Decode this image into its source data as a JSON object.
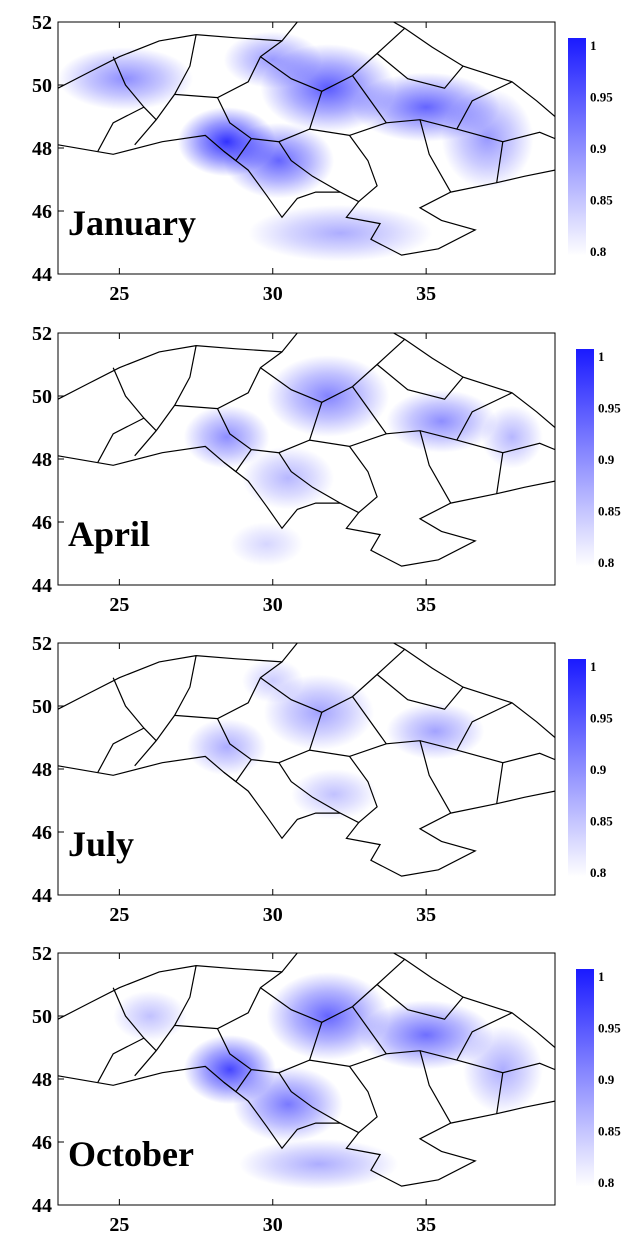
{
  "map": {
    "x_ticks": [
      "25",
      "30",
      "35"
    ],
    "y_ticks": [
      "52",
      "50",
      "48",
      "46",
      "44"
    ],
    "colorbar_ticks": [
      "1",
      "0.95",
      "0.9",
      "0.85",
      "0.8"
    ],
    "colors": {
      "high": "#1a1aff",
      "low": "#ffffff",
      "border": "#000000"
    },
    "panels": [
      {
        "month": "January",
        "blobs": [
          [
            28.5,
            48.2,
            1.6,
            1.1,
            1.0
          ],
          [
            30.2,
            47.6,
            1.8,
            1.2,
            0.75
          ],
          [
            31.8,
            49.9,
            2.2,
            1.4,
            0.8
          ],
          [
            35,
            49.3,
            2.4,
            1.1,
            0.75
          ],
          [
            25.2,
            50.2,
            2.2,
            1.0,
            0.55
          ],
          [
            32.2,
            45.3,
            3.0,
            0.9,
            0.4
          ],
          [
            37,
            48.3,
            1.5,
            1.6,
            0.5
          ],
          [
            30,
            50.8,
            1.6,
            0.9,
            0.5
          ]
        ]
      },
      {
        "month": "April",
        "blobs": [
          [
            31.8,
            50,
            2.0,
            1.3,
            0.6
          ],
          [
            28.5,
            48.7,
            1.4,
            1.0,
            0.55
          ],
          [
            35.5,
            49.2,
            1.8,
            1.0,
            0.55
          ],
          [
            30.5,
            47.4,
            1.5,
            1.0,
            0.35
          ],
          [
            37.8,
            48.7,
            1.0,
            1.0,
            0.35
          ],
          [
            29.8,
            45.3,
            1.2,
            0.7,
            0.2
          ]
        ]
      },
      {
        "month": "July",
        "blobs": [
          [
            31.5,
            49.8,
            1.8,
            1.2,
            0.45
          ],
          [
            28.5,
            48.7,
            1.3,
            0.9,
            0.4
          ],
          [
            35.3,
            49.2,
            1.6,
            0.9,
            0.45
          ],
          [
            32,
            47.2,
            1.4,
            0.8,
            0.3
          ],
          [
            30,
            50.8,
            1.0,
            0.7,
            0.25
          ]
        ]
      },
      {
        "month": "October",
        "blobs": [
          [
            28.6,
            48.3,
            1.5,
            1.1,
            0.9
          ],
          [
            30.5,
            47.2,
            1.8,
            1.2,
            0.65
          ],
          [
            31.8,
            50,
            2.0,
            1.4,
            0.75
          ],
          [
            35,
            49.4,
            2.2,
            1.1,
            0.7
          ],
          [
            31.5,
            45.3,
            2.6,
            0.8,
            0.4
          ],
          [
            37.5,
            48.3,
            1.3,
            1.4,
            0.4
          ],
          [
            26,
            50,
            1.2,
            0.8,
            0.3
          ]
        ]
      }
    ]
  }
}
